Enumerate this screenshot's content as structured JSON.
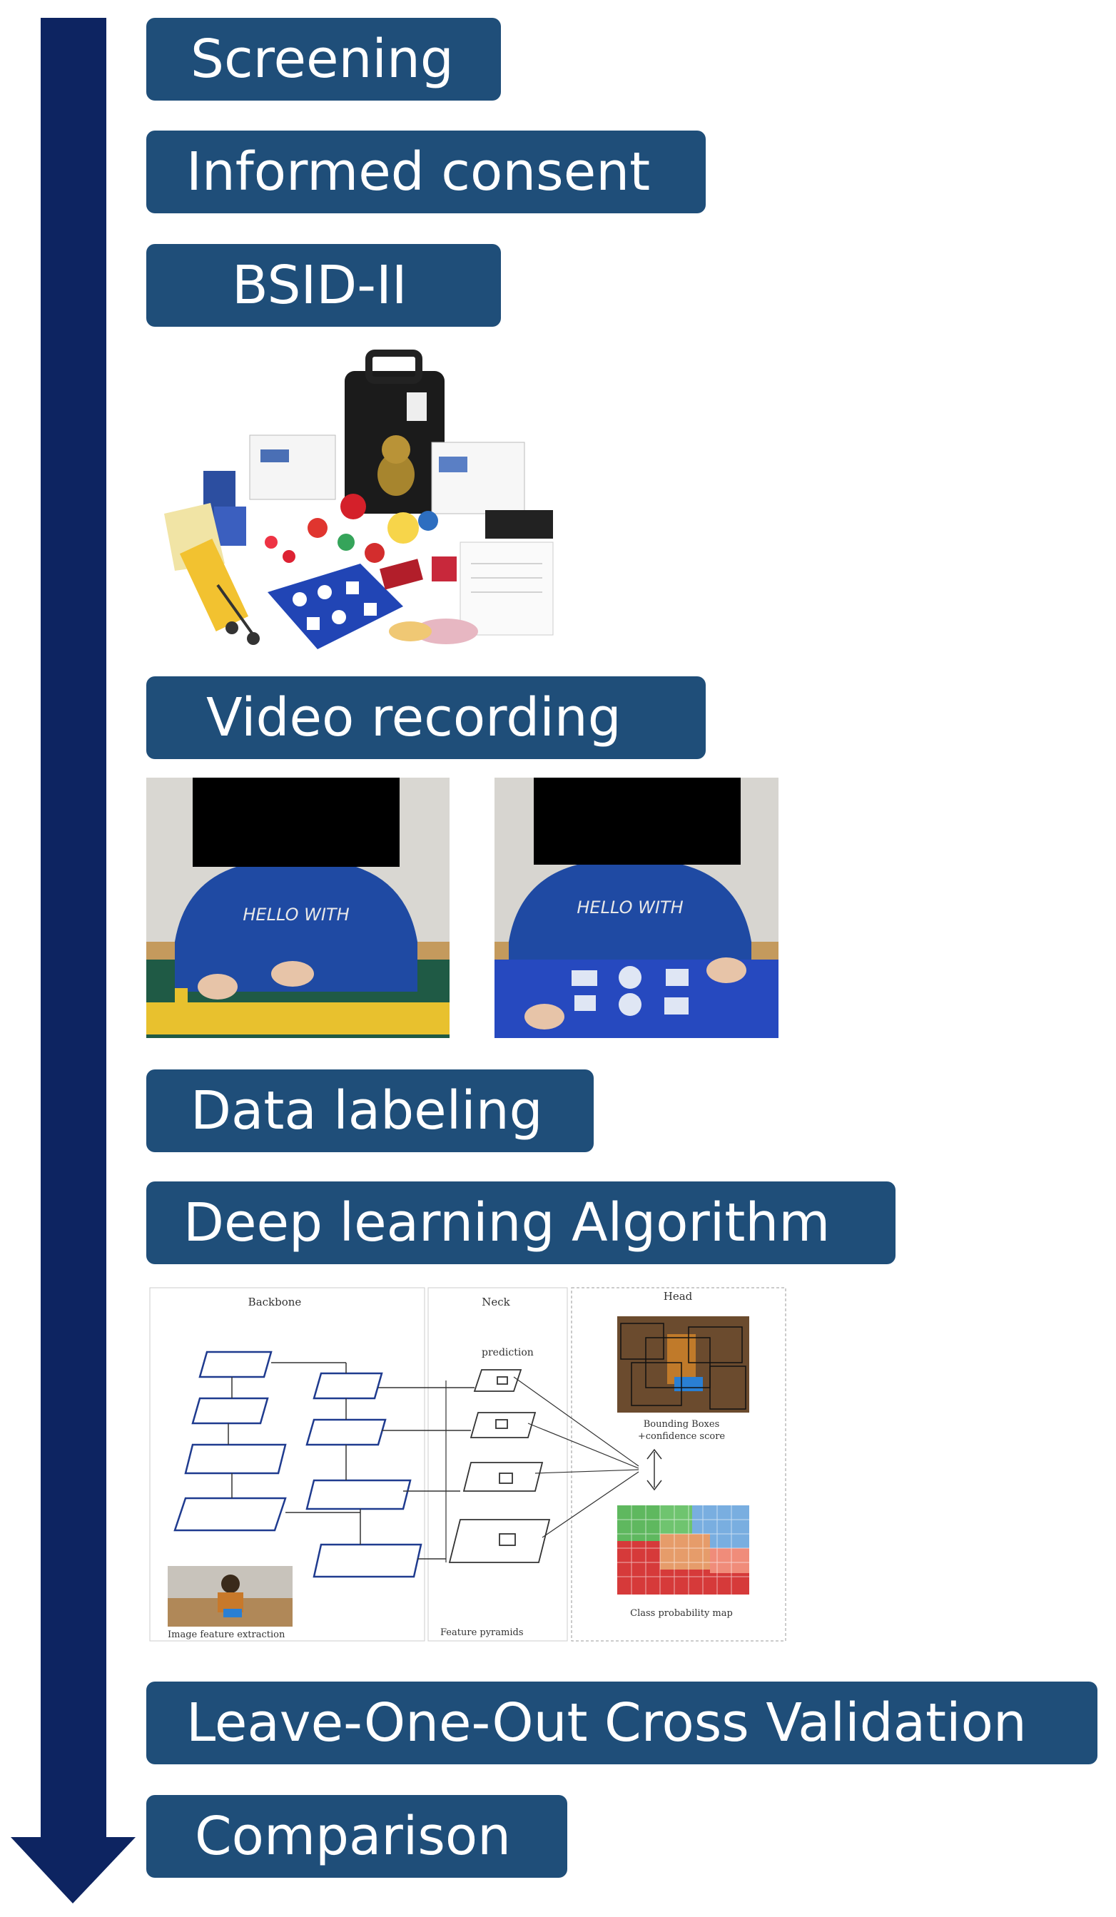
{
  "colors": {
    "arrow": "#0d2461",
    "step_box": "#1f4e79",
    "step_text": "#ffffff"
  },
  "steps": {
    "screening": "Screening",
    "consent": "Informed consent",
    "bsid": "BSID-II",
    "video": "Video recording",
    "labeling": "Data labeling",
    "deep": "Deep learning Algorithm",
    "loocv": "Leave-One-Out Cross Validation",
    "comparison": "Comparison"
  },
  "video_frames": {
    "shirt_text": "HELLO WITH"
  },
  "diagram": {
    "backbone": "Backbone",
    "neck": "Neck",
    "head": "Head",
    "prediction": "prediction",
    "image_feature": "Image feature extraction",
    "feature_pyramids": "Feature pyramids",
    "bbox_line1": "Bounding Boxes",
    "bbox_line2": "+confidence score",
    "class_map": "Class probability map"
  }
}
